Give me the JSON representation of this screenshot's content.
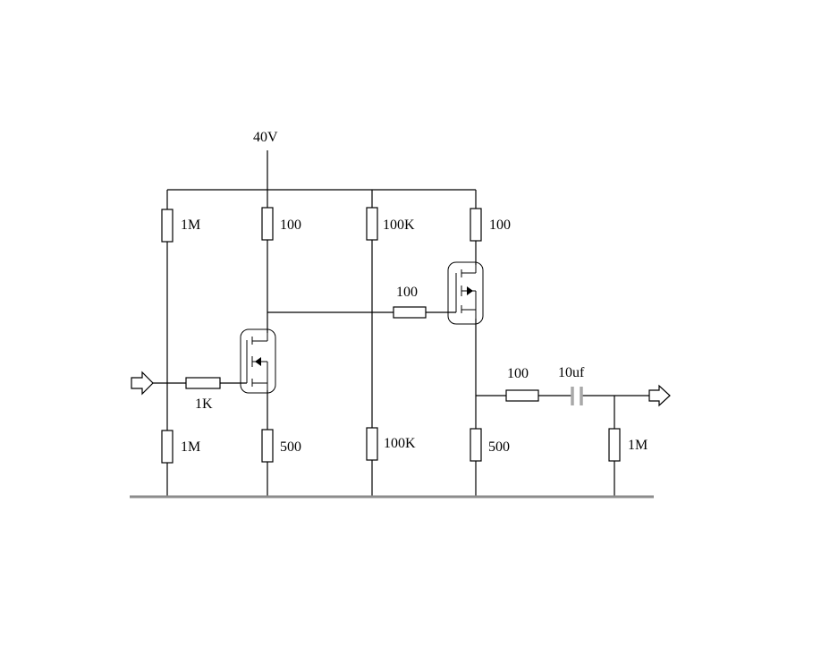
{
  "supply": {
    "label": "40V"
  },
  "components": {
    "r_bias_top": "1M",
    "r_drain1": "100",
    "r_div_top": "100K",
    "r_drain2": "100",
    "r_gate2": "100",
    "r_input": "1K",
    "r_bias_bottom": "1M",
    "r_source1": "500",
    "r_div_bottom": "100K",
    "r_source2": "500",
    "r_output": "100",
    "c_output": "10uf",
    "r_load": "1M"
  },
  "colors": {
    "wire": "#000000",
    "ground": "#8c8c8c",
    "capacitor": "#a8a8a8"
  }
}
